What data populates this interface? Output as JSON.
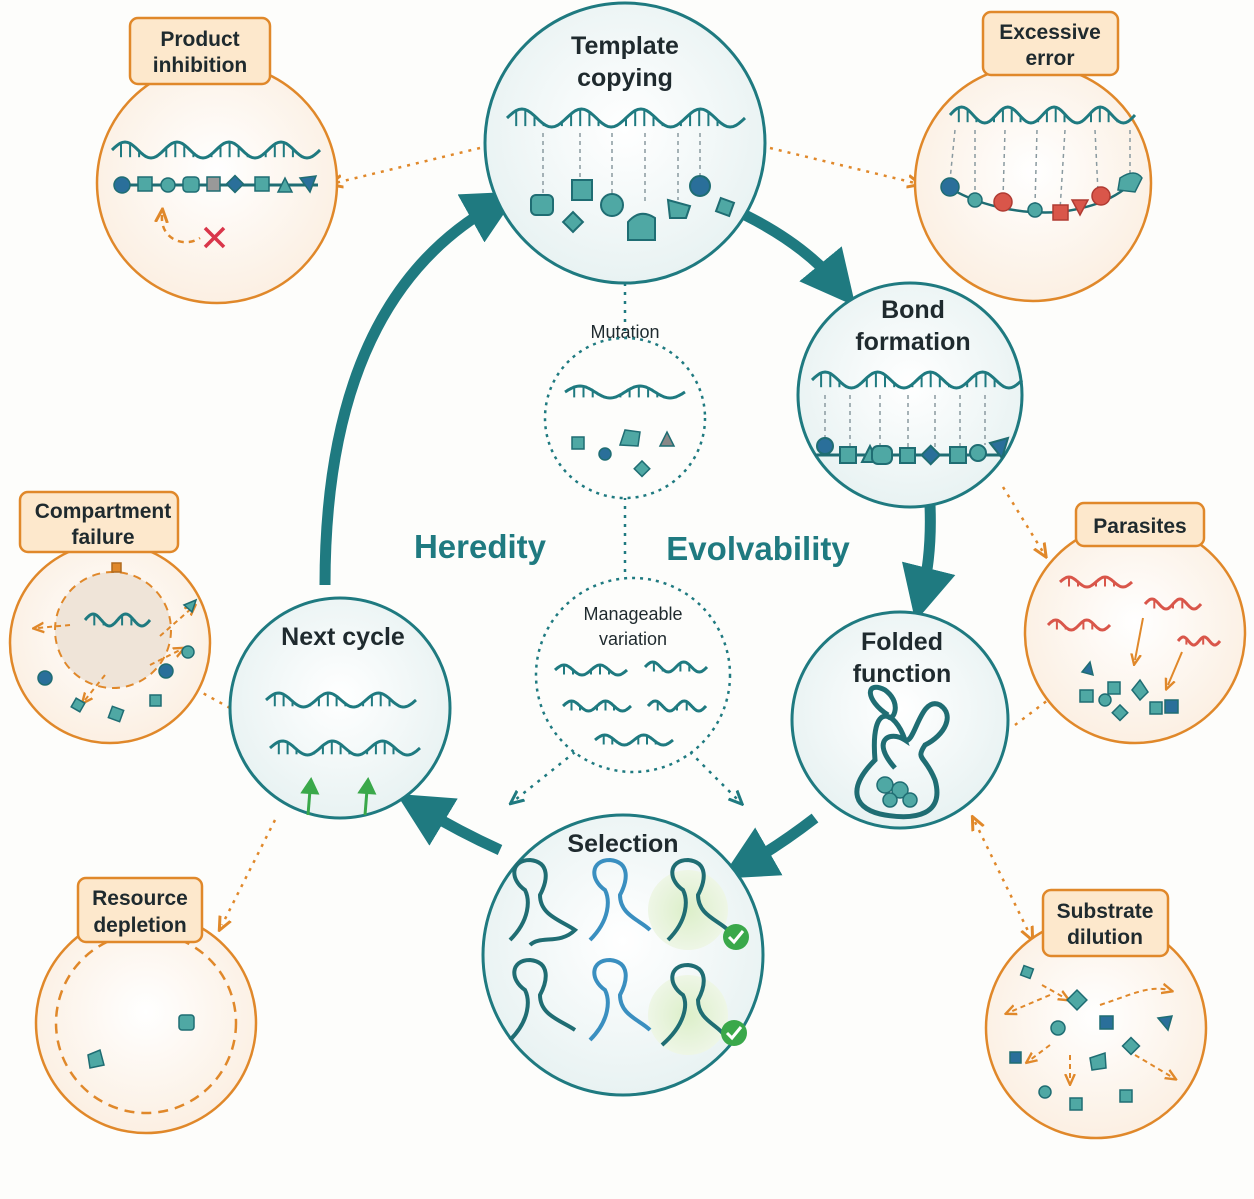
{
  "title": "",
  "center": {
    "left": "Heredity",
    "right": "Evolvability"
  },
  "stages": [
    {
      "id": "template",
      "lines": [
        "Template",
        "copying"
      ]
    },
    {
      "id": "bond",
      "lines": [
        "Bond",
        "formation"
      ]
    },
    {
      "id": "folded",
      "lines": [
        "Folded",
        "function"
      ]
    },
    {
      "id": "selection",
      "lines": [
        "Selection"
      ]
    },
    {
      "id": "next",
      "lines": [
        "Next cycle"
      ]
    }
  ],
  "variation": {
    "mutation": "Mutation",
    "manageable": [
      "Manageable",
      "variation"
    ]
  },
  "failures": [
    {
      "id": "product",
      "lines": [
        "Product",
        "inhibition"
      ]
    },
    {
      "id": "error",
      "lines": [
        "Excessive",
        "error"
      ]
    },
    {
      "id": "parasites",
      "lines": [
        "Parasites"
      ]
    },
    {
      "id": "substrate",
      "lines": [
        "Substrate",
        "dilution"
      ]
    },
    {
      "id": "resource",
      "lines": [
        "Resource",
        "depletion"
      ]
    },
    {
      "id": "compartment",
      "lines": [
        "Compartment",
        "failure"
      ]
    }
  ],
  "colors": {
    "teal": "#1f7a80",
    "orange": "#e0882a",
    "red": "#d9564a",
    "green": "#3aa84a"
  }
}
